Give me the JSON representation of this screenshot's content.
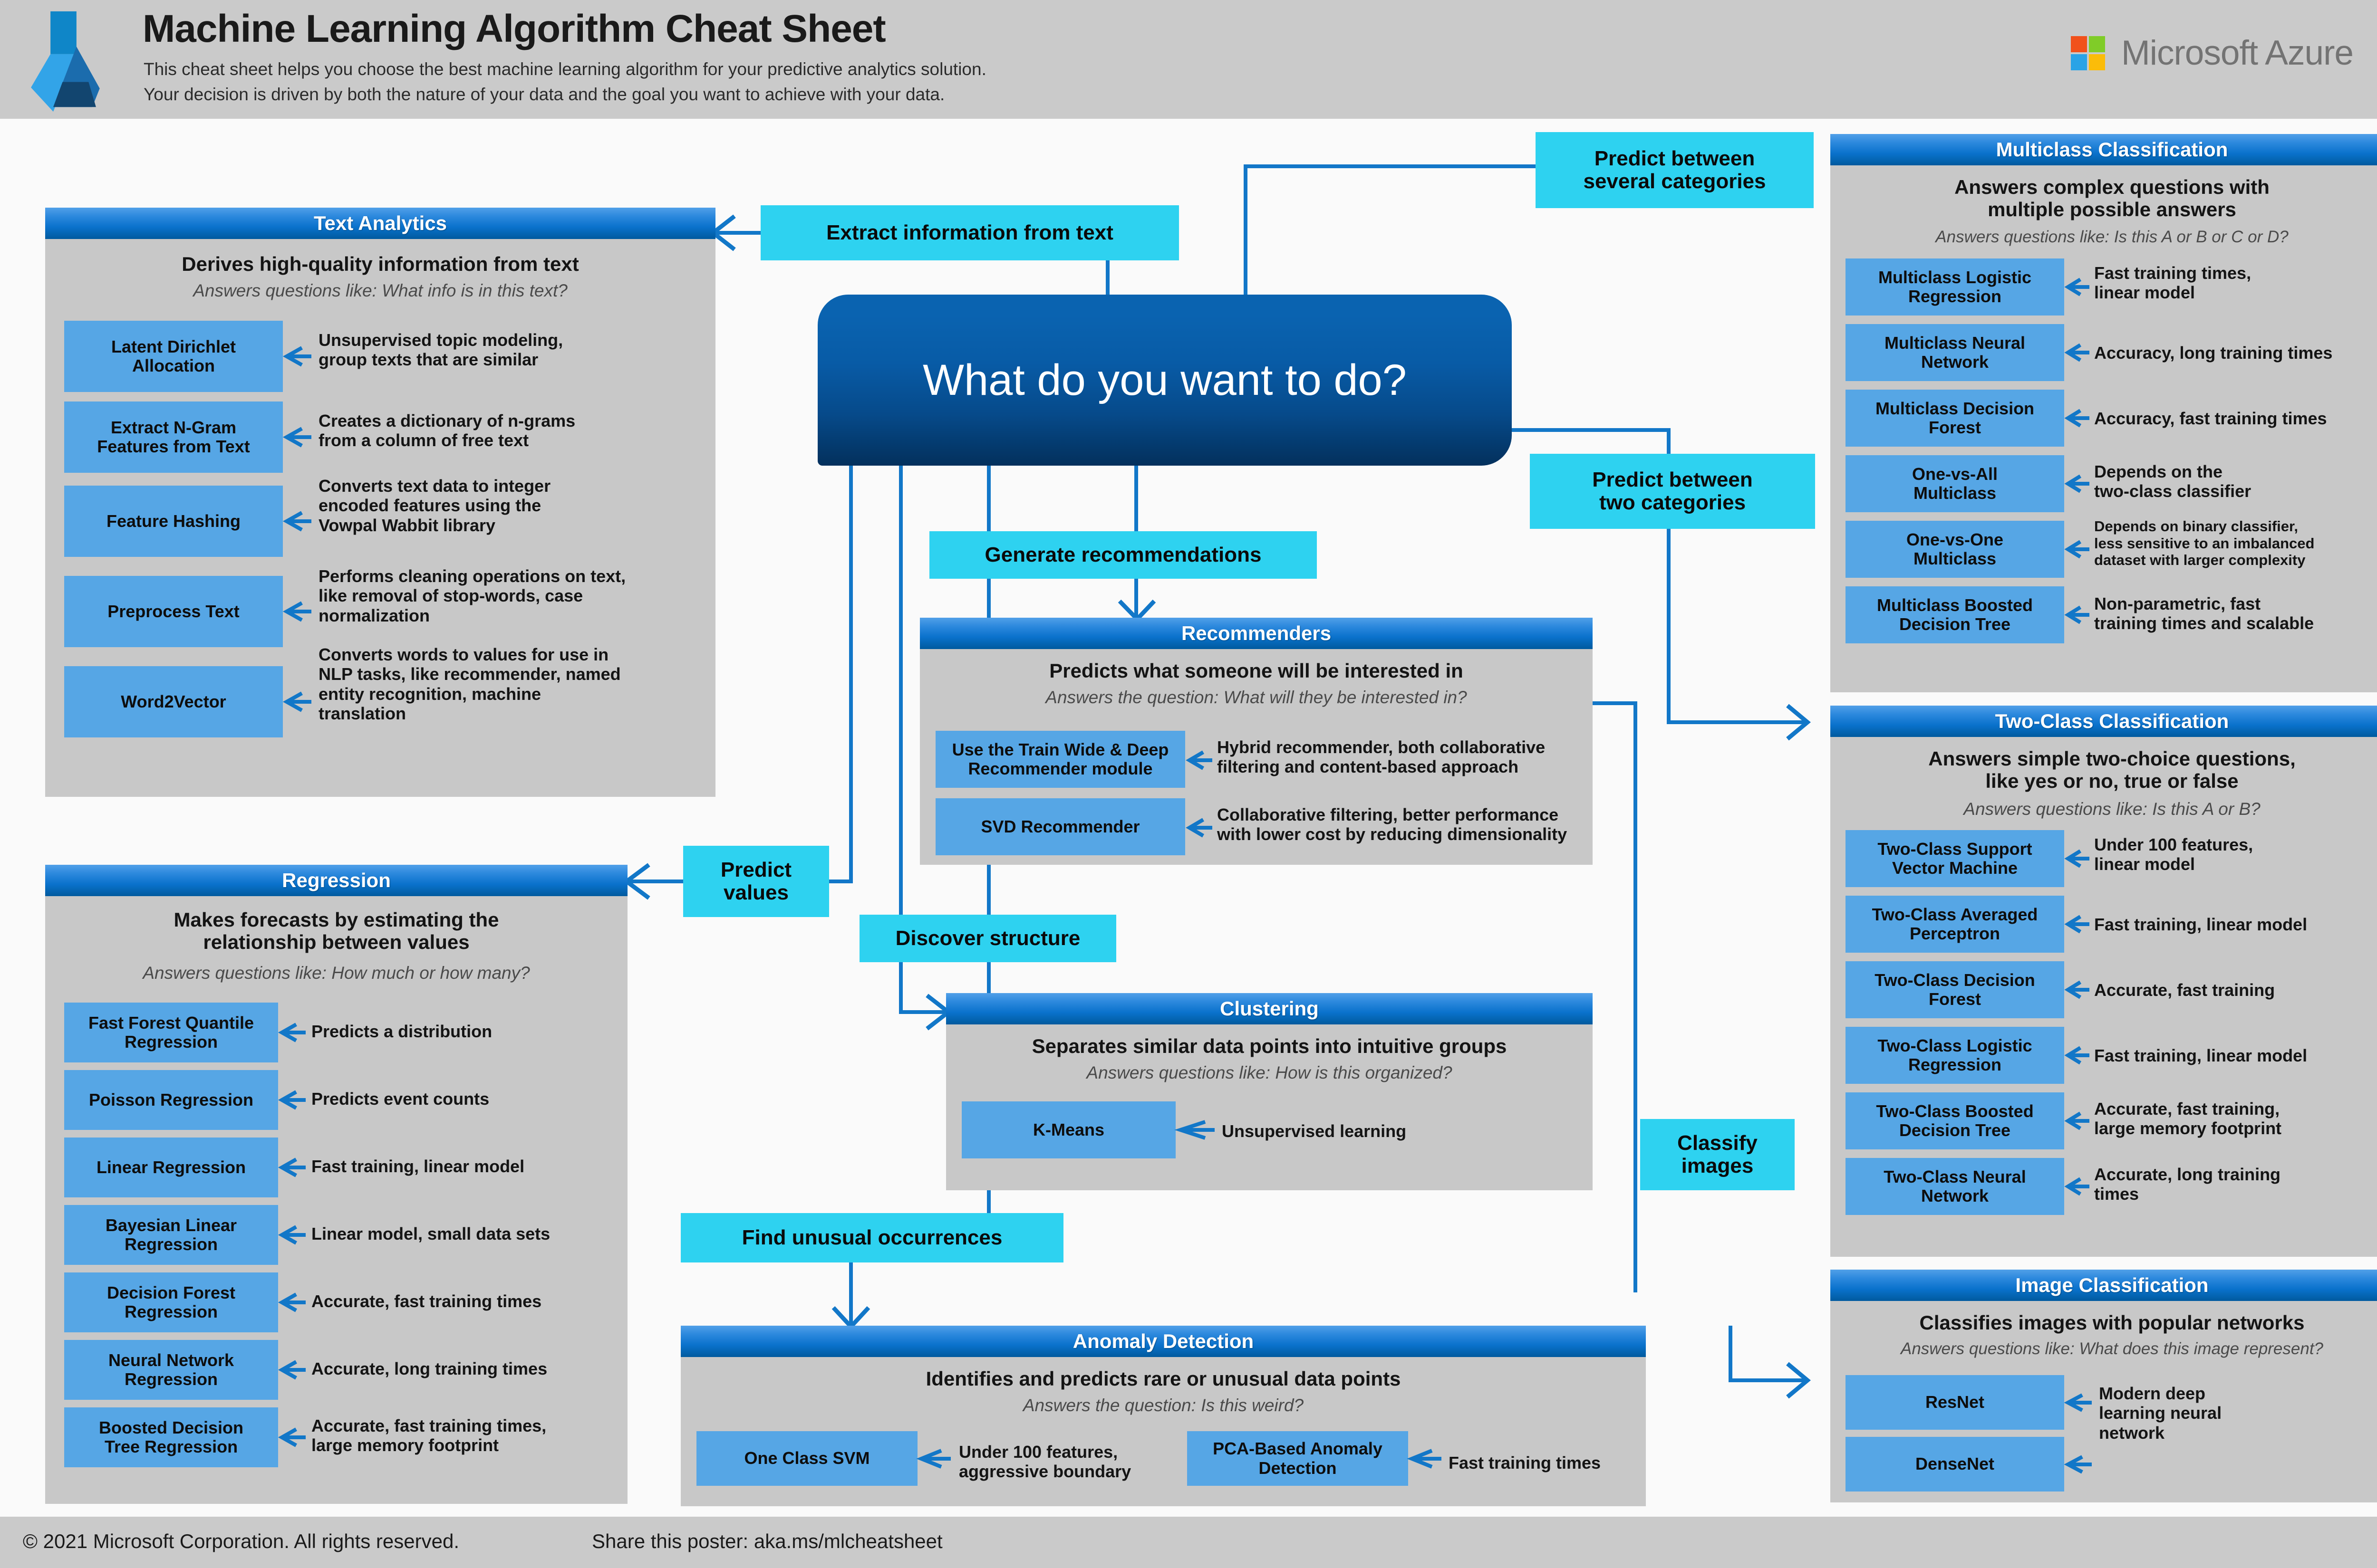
{
  "header": {
    "title": "Machine Learning Algorithm Cheat Sheet",
    "subtitle_line1": "This cheat sheet helps you choose the best machine learning algorithm for your predictive analytics solution.",
    "subtitle_line2": "Your decision is driven by both the nature of your data and the goal you want to achieve with your data.",
    "brand": "Microsoft Azure"
  },
  "footer": {
    "copyright": "© 2021 Microsoft Corporation. All rights reserved.",
    "share": "Share this poster: aka.ms/mlcheatsheet"
  },
  "root": {
    "question": "What do you want to do?"
  },
  "decisions": {
    "extract_text": "Extract information from text",
    "predict_several": "Predict between\nseveral categories",
    "predict_two": "Predict between\ntwo categories",
    "generate_recs": "Generate recommendations",
    "predict_values": "Predict\nvalues",
    "discover_structure": "Discover structure",
    "find_unusual": "Find unusual occurrences",
    "classify_images": "Classify\nimages"
  },
  "colors": {
    "panel_body": "#c8c8c8",
    "panel_header_top": "#51a0e8",
    "panel_header_bottom": "#005a9e",
    "algorithm_chip": "#56a6e5",
    "decision_chip": "#2ed2f0",
    "connector": "#1277c8",
    "page_background": "#fafafa",
    "band_background": "#cacaca",
    "root_node": "#0a63b0"
  },
  "panels": {
    "text_analytics": {
      "title": "Text Analytics",
      "description": "Derives high-quality information from text",
      "question": "Answers questions like: What info is in this text?",
      "algorithms": [
        {
          "name": "Latent Dirichlet\nAllocation",
          "note": "Unsupervised topic modeling,\ngroup texts that are similar"
        },
        {
          "name": "Extract N-Gram\nFeatures from Text",
          "note": "Creates a dictionary of n-grams\nfrom a column of free text"
        },
        {
          "name": "Feature Hashing",
          "note": "Converts text data to integer\nencoded features using the\nVowpal Wabbit library"
        },
        {
          "name": "Preprocess Text",
          "note": "Performs cleaning operations on text,\nlike removal of stop-words, case\nnormalization"
        },
        {
          "name": "Word2Vector",
          "note": "Converts words to values for use in\nNLP tasks, like recommender, named\nentity recognition, machine\ntranslation"
        }
      ]
    },
    "regression": {
      "title": "Regression",
      "description": "Makes forecasts by estimating the\nrelationship between values",
      "question": "Answers questions like: How much or how many?",
      "algorithms": [
        {
          "name": "Fast Forest Quantile\nRegression",
          "note": "Predicts a distribution"
        },
        {
          "name": "Poisson Regression",
          "note": "Predicts event counts"
        },
        {
          "name": "Linear Regression",
          "note": "Fast training, linear model"
        },
        {
          "name": "Bayesian Linear\nRegression",
          "note": "Linear model, small data sets"
        },
        {
          "name": "Decision Forest\nRegression",
          "note": "Accurate, fast training times"
        },
        {
          "name": "Neural Network\nRegression",
          "note": "Accurate, long training times"
        },
        {
          "name": "Boosted Decision\nTree Regression",
          "note": "Accurate, fast training times,\nlarge memory footprint"
        }
      ]
    },
    "recommenders": {
      "title": "Recommenders",
      "description": "Predicts what someone will be interested in",
      "question": "Answers the question: What will they be interested in?",
      "algorithms": [
        {
          "name": "Use the Train Wide & Deep\nRecommender module",
          "note": "Hybrid recommender, both collaborative\nfiltering and content-based approach"
        },
        {
          "name": "SVD Recommender",
          "note": "Collaborative filtering, better performance\nwith lower cost by reducing dimensionality"
        }
      ]
    },
    "clustering": {
      "title": "Clustering",
      "description": "Separates similar data points into intuitive groups",
      "question": "Answers questions like: How is this organized?",
      "algorithms": [
        {
          "name": "K-Means",
          "note": "Unsupervised learning"
        }
      ]
    },
    "anomaly_detection": {
      "title": "Anomaly Detection",
      "description": "Identifies and predicts rare or unusual data points",
      "question": "Answers the question: Is this weird?",
      "algorithms": [
        {
          "name": "One Class SVM",
          "note": "Under 100 features,\naggressive boundary"
        },
        {
          "name": "PCA-Based Anomaly\nDetection",
          "note": "Fast training times"
        }
      ]
    },
    "multiclass_classification": {
      "title": "Multiclass Classification",
      "description": "Answers complex questions with\nmultiple possible answers",
      "question": "Answers questions like: Is this A or B or C or D?",
      "algorithms": [
        {
          "name": "Multiclass Logistic\nRegression",
          "note": "Fast training times,\nlinear model"
        },
        {
          "name": "Multiclass Neural\nNetwork",
          "note": "Accuracy, long training times"
        },
        {
          "name": "Multiclass Decision\nForest",
          "note": "Accuracy, fast training times"
        },
        {
          "name": "One-vs-All\nMulticlass",
          "note": "Depends on the\ntwo-class classifier"
        },
        {
          "name": "One-vs-One\nMulticlass",
          "note": "Depends on binary classifier,\nless sensitive to an imbalanced\ndataset with larger complexity"
        },
        {
          "name": "Multiclass Boosted\nDecision Tree",
          "note": "Non-parametric, fast\ntraining times and scalable"
        }
      ]
    },
    "two_class_classification": {
      "title": "Two-Class Classification",
      "description": "Answers simple two-choice questions,\nlike yes or no, true or false",
      "question": "Answers questions like: Is this A or B?",
      "algorithms": [
        {
          "name": "Two-Class Support\nVector Machine",
          "note": "Under 100 features,\nlinear model"
        },
        {
          "name": "Two-Class Averaged\nPerceptron",
          "note": "Fast training, linear model"
        },
        {
          "name": "Two-Class Decision\nForest",
          "note": "Accurate, fast training"
        },
        {
          "name": "Two-Class Logistic\nRegression",
          "note": "Fast training, linear model"
        },
        {
          "name": "Two-Class Boosted\nDecision Tree",
          "note": "Accurate, fast training,\nlarge memory footprint"
        },
        {
          "name": "Two-Class Neural\nNetwork",
          "note": "Accurate, long training\ntimes"
        }
      ]
    },
    "image_classification": {
      "title": "Image Classification",
      "description": "Classifies images with popular networks",
      "question": "Answers questions like: What does this image represent?",
      "algorithms": [
        {
          "name": "ResNet",
          "note": "Modern deep\nlearning neural\nnetwork"
        },
        {
          "name": "DenseNet",
          "note": ""
        }
      ]
    }
  }
}
